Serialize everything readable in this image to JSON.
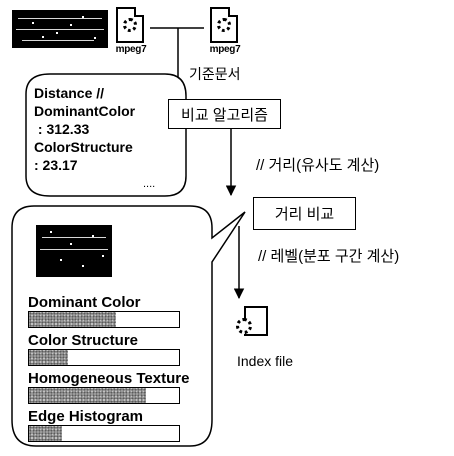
{
  "files": {
    "query_file_label": "mpeg7",
    "reference_file_label": "mpeg7",
    "reference_caption": "기준문서"
  },
  "distance_bubble": {
    "lines": [
      "Distance //",
      "DominantColor",
      " : 312.33",
      "ColorStructure",
      ": 23.17"
    ],
    "ellipsis": "...."
  },
  "compare_algorithm_box": "비교 알고리즘",
  "distance_note": "// 거리(유사도 계산)",
  "distance_compare_box": "거리 비교",
  "level_note": "// 레벨(분포 구간 계산)",
  "index_file_label": "Index file",
  "features": [
    {
      "name": "Dominant Color",
      "level": 0.58
    },
    {
      "name": "Color Structure",
      "level": 0.26
    },
    {
      "name": "Homogeneous Texture",
      "level": 0.78
    },
    {
      "name": "Edge Histogram",
      "level": 0.22
    }
  ]
}
